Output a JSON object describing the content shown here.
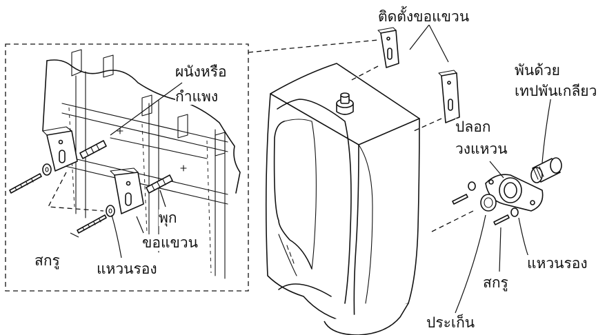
{
  "labels": {
    "install_hanger": "ติดตั้งขอแขวน",
    "wall_or_partition_line1": "ผนังหรือ",
    "wall_or_partition_line2": "กำแพง",
    "wrap_line1": "พันด้วย",
    "wrap_line2": "เทปพันเกลียว",
    "sleeve_line1": "ปลอก",
    "sleeve_line2": "วงแหวน",
    "anchor": "พุก",
    "hanger": "ขอแขวน",
    "screw_left": "สกรู",
    "washer_left": "แหวนรอง",
    "washer_right": "แหวนรอง",
    "screw_right": "สกรู",
    "gasket": "ประเก็น"
  }
}
